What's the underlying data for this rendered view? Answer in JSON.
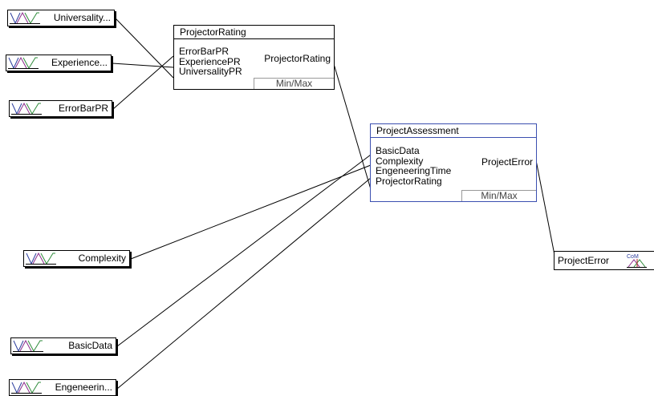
{
  "input_variables": [
    {
      "label": "Universality...",
      "icon": "membership-function-icon"
    },
    {
      "label": "Experience...",
      "icon": "membership-function-icon"
    },
    {
      "label": "ErrorBarPR",
      "icon": "membership-function-icon"
    },
    {
      "label": "Complexity",
      "icon": "membership-function-icon"
    },
    {
      "label": "BasicData",
      "icon": "membership-function-icon"
    },
    {
      "label": "Engeneerin...",
      "icon": "membership-function-icon"
    }
  ],
  "rule_blocks": {
    "projector_rating": {
      "title": "ProjectorRating",
      "inputs": [
        "ErrorBarPR",
        "ExperiencePR",
        "UniversalityPR"
      ],
      "output": "ProjectorRating",
      "operator": "Min/Max",
      "border_color": "#000000"
    },
    "project_assessment": {
      "title": "ProjectAssessment",
      "inputs": [
        "BasicData",
        "Complexity",
        "EngeneeringTime",
        "ProjectorRating"
      ],
      "output": "ProjectError",
      "operator": "Min/Max",
      "border_color": "#3b4fb0"
    }
  },
  "output_variable": {
    "label": "ProjectError",
    "icon": "com-defuzzification-icon",
    "icon_text": "CoM"
  },
  "colors": {
    "line": "#000000",
    "mf_blue": "#2c3e9e",
    "mf_purple": "#8a2c8a",
    "mf_green": "#2e8b3a",
    "selected_border": "#3b4fb0"
  }
}
